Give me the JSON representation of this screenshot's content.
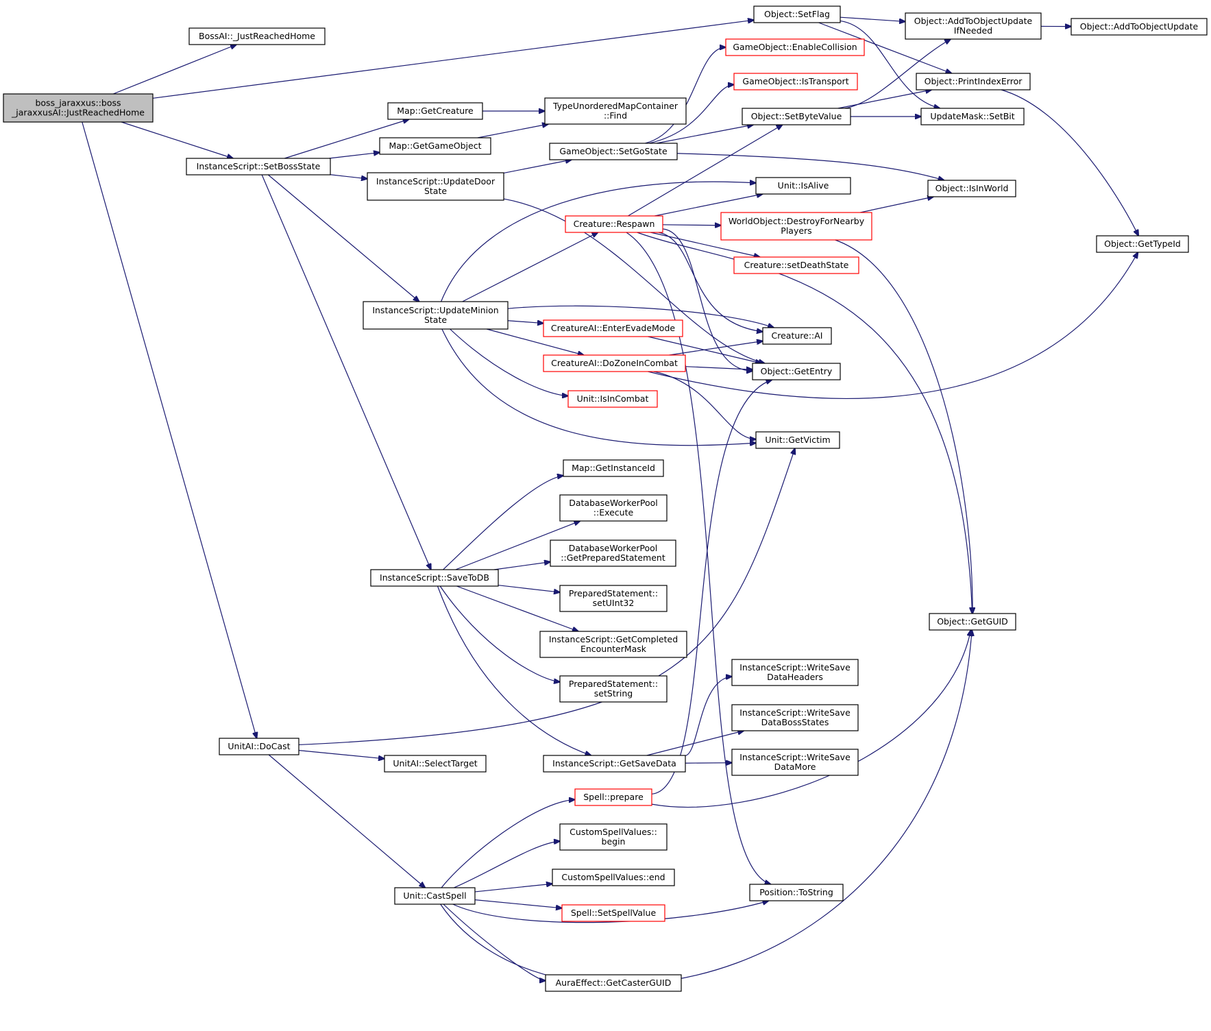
{
  "colors": {
    "edge": "#191970",
    "box_border": "#000000",
    "box_border_missing": "#ff0000",
    "box_fill": "#ffffff",
    "root_fill": "#bfbfbf",
    "text": "#000000"
  },
  "nodes": [
    {
      "id": "root",
      "lines": [
        "boss_jaraxxus::boss",
        "_jaraxxusAI::JustReachedHome"
      ],
      "style": "root"
    },
    {
      "id": "bossai",
      "lines": [
        "BossAI::_JustReachedHome"
      ],
      "style": "normal"
    },
    {
      "id": "setflag",
      "lines": [
        "Object::SetFlag"
      ],
      "style": "normal"
    },
    {
      "id": "addobjupd_ifneeded",
      "lines": [
        "Object::AddToObjectUpdate",
        "IfNeeded"
      ],
      "style": "normal"
    },
    {
      "id": "addobjupd",
      "lines": [
        "Object::AddToObjectUpdate"
      ],
      "style": "normal"
    },
    {
      "id": "printindexerror",
      "lines": [
        "Object::PrintIndexError"
      ],
      "style": "normal"
    },
    {
      "id": "setbit",
      "lines": [
        "UpdateMask::SetBit"
      ],
      "style": "normal"
    },
    {
      "id": "enablecollision",
      "lines": [
        "GameObject::EnableCollision"
      ],
      "style": "missing"
    },
    {
      "id": "istransport",
      "lines": [
        "GameObject::IsTransport"
      ],
      "style": "missing"
    },
    {
      "id": "setbytevalue",
      "lines": [
        "Object::SetByteValue"
      ],
      "style": "normal"
    },
    {
      "id": "getcreature",
      "lines": [
        "Map::GetCreature"
      ],
      "style": "normal"
    },
    {
      "id": "find",
      "lines": [
        "TypeUnorderedMapContainer",
        "::Find"
      ],
      "style": "normal"
    },
    {
      "id": "getgameobject",
      "lines": [
        "Map::GetGameObject"
      ],
      "style": "normal"
    },
    {
      "id": "setgostate",
      "lines": [
        "GameObject::SetGoState"
      ],
      "style": "normal"
    },
    {
      "id": "setbossstate",
      "lines": [
        "InstanceScript::SetBossState"
      ],
      "style": "normal"
    },
    {
      "id": "updatedoorstate",
      "lines": [
        "InstanceScript::UpdateDoor",
        "State"
      ],
      "style": "normal"
    },
    {
      "id": "isalive",
      "lines": [
        "Unit::IsAlive"
      ],
      "style": "normal"
    },
    {
      "id": "isinworld",
      "lines": [
        "Object::IsInWorld"
      ],
      "style": "normal"
    },
    {
      "id": "respawn",
      "lines": [
        "Creature::Respawn"
      ],
      "style": "missing"
    },
    {
      "id": "destroyfornearby",
      "lines": [
        "WorldObject::DestroyForNearby",
        "Players"
      ],
      "style": "missing"
    },
    {
      "id": "gettypeid",
      "lines": [
        "Object::GetTypeId"
      ],
      "style": "normal"
    },
    {
      "id": "setdeathstate",
      "lines": [
        "Creature::setDeathState"
      ],
      "style": "missing"
    },
    {
      "id": "updateminionstate",
      "lines": [
        "InstanceScript::UpdateMinion",
        "State"
      ],
      "style": "normal"
    },
    {
      "id": "enterevademode",
      "lines": [
        "CreatureAI::EnterEvadeMode"
      ],
      "style": "missing"
    },
    {
      "id": "creatureai",
      "lines": [
        "Creature::AI"
      ],
      "style": "normal"
    },
    {
      "id": "dozoneincombat",
      "lines": [
        "CreatureAI::DoZoneInCombat"
      ],
      "style": "missing"
    },
    {
      "id": "getentry",
      "lines": [
        "Object::GetEntry"
      ],
      "style": "normal"
    },
    {
      "id": "isincombat",
      "lines": [
        "Unit::IsInCombat"
      ],
      "style": "missing"
    },
    {
      "id": "getvictim",
      "lines": [
        "Unit::GetVictim"
      ],
      "style": "normal"
    },
    {
      "id": "getinstanceid",
      "lines": [
        "Map::GetInstanceId"
      ],
      "style": "normal"
    },
    {
      "id": "dbexecute",
      "lines": [
        "DatabaseWorkerPool",
        "::Execute"
      ],
      "style": "normal"
    },
    {
      "id": "dbgetprepared",
      "lines": [
        "DatabaseWorkerPool",
        "::GetPreparedStatement"
      ],
      "style": "normal"
    },
    {
      "id": "savetodb",
      "lines": [
        "InstanceScript::SaveToDB"
      ],
      "style": "normal"
    },
    {
      "id": "setuint32",
      "lines": [
        "PreparedStatement::",
        "setUInt32"
      ],
      "style": "normal"
    },
    {
      "id": "getguid",
      "lines": [
        "Object::GetGUID"
      ],
      "style": "normal"
    },
    {
      "id": "getcompleted",
      "lines": [
        "InstanceScript::GetCompleted",
        "EncounterMask"
      ],
      "style": "normal"
    },
    {
      "id": "setstring",
      "lines": [
        "PreparedStatement::",
        "setString"
      ],
      "style": "normal"
    },
    {
      "id": "writeheaders",
      "lines": [
        "InstanceScript::WriteSave",
        "DataHeaders"
      ],
      "style": "normal"
    },
    {
      "id": "writebossstates",
      "lines": [
        "InstanceScript::WriteSave",
        "DataBossStates"
      ],
      "style": "normal"
    },
    {
      "id": "docast",
      "lines": [
        "UnitAI::DoCast"
      ],
      "style": "normal"
    },
    {
      "id": "selecttarget",
      "lines": [
        "UnitAI::SelectTarget"
      ],
      "style": "normal"
    },
    {
      "id": "getsavedata",
      "lines": [
        "InstanceScript::GetSaveData"
      ],
      "style": "normal"
    },
    {
      "id": "writemore",
      "lines": [
        "InstanceScript::WriteSave",
        "DataMore"
      ],
      "style": "normal"
    },
    {
      "id": "prepare",
      "lines": [
        "Spell::prepare"
      ],
      "style": "missing"
    },
    {
      "id": "csvbegin",
      "lines": [
        "CustomSpellValues::",
        "begin"
      ],
      "style": "normal"
    },
    {
      "id": "csvend",
      "lines": [
        "CustomSpellValues::end"
      ],
      "style": "normal"
    },
    {
      "id": "tostring",
      "lines": [
        "Position::ToString"
      ],
      "style": "normal"
    },
    {
      "id": "castspell",
      "lines": [
        "Unit::CastSpell"
      ],
      "style": "normal"
    },
    {
      "id": "setspellvalue",
      "lines": [
        "Spell::SetSpellValue"
      ],
      "style": "missing"
    },
    {
      "id": "getcasterguid",
      "lines": [
        "AuraEffect::GetCasterGUID"
      ],
      "style": "normal"
    }
  ],
  "edges": [
    [
      "root",
      "bossai"
    ],
    [
      "root",
      "setflag"
    ],
    [
      "root",
      "setbossstate"
    ],
    [
      "root",
      "docast"
    ],
    [
      "setflag",
      "addobjupd_ifneeded"
    ],
    [
      "setflag",
      "printindexerror"
    ],
    [
      "setflag",
      "setbit"
    ],
    [
      "addobjupd_ifneeded",
      "addobjupd"
    ],
    [
      "printindexerror",
      "gettypeid"
    ],
    [
      "setbytevalue",
      "addobjupd_ifneeded"
    ],
    [
      "setbytevalue",
      "printindexerror"
    ],
    [
      "setbytevalue",
      "setbit"
    ],
    [
      "setbossstate",
      "getcreature"
    ],
    [
      "setbossstate",
      "getgameobject"
    ],
    [
      "setbossstate",
      "updatedoorstate"
    ],
    [
      "setbossstate",
      "updateminionstate"
    ],
    [
      "setbossstate",
      "savetodb"
    ],
    [
      "getcreature",
      "find"
    ],
    [
      "getgameobject",
      "find"
    ],
    [
      "updatedoorstate",
      "setgostate"
    ],
    [
      "updatedoorstate",
      "getentry"
    ],
    [
      "setgostate",
      "enablecollision"
    ],
    [
      "setgostate",
      "istransport"
    ],
    [
      "setgostate",
      "setbytevalue"
    ],
    [
      "setgostate",
      "isinworld"
    ],
    [
      "updateminionstate",
      "isalive"
    ],
    [
      "updateminionstate",
      "respawn"
    ],
    [
      "updateminionstate",
      "creatureai"
    ],
    [
      "updateminionstate",
      "enterevademode"
    ],
    [
      "updateminionstate",
      "dozoneincombat"
    ],
    [
      "updateminionstate",
      "isincombat"
    ],
    [
      "updateminionstate",
      "getvictim"
    ],
    [
      "respawn",
      "setbytevalue"
    ],
    [
      "respawn",
      "isalive"
    ],
    [
      "respawn",
      "destroyfornearby"
    ],
    [
      "respawn",
      "setdeathstate"
    ],
    [
      "respawn",
      "creatureai"
    ],
    [
      "respawn",
      "getentry"
    ],
    [
      "respawn",
      "getguid"
    ],
    [
      "respawn",
      "tostring"
    ],
    [
      "destroyfornearby",
      "isinworld"
    ],
    [
      "destroyfornearby",
      "getguid"
    ],
    [
      "enterevademode",
      "getentry"
    ],
    [
      "dozoneincombat",
      "creatureai"
    ],
    [
      "dozoneincombat",
      "getentry"
    ],
    [
      "dozoneincombat",
      "getvictim"
    ],
    [
      "dozoneincombat",
      "gettypeid"
    ],
    [
      "savetodb",
      "getinstanceid"
    ],
    [
      "savetodb",
      "dbexecute"
    ],
    [
      "savetodb",
      "dbgetprepared"
    ],
    [
      "savetodb",
      "setuint32"
    ],
    [
      "savetodb",
      "getcompleted"
    ],
    [
      "savetodb",
      "setstring"
    ],
    [
      "savetodb",
      "getsavedata"
    ],
    [
      "getsavedata",
      "writeheaders"
    ],
    [
      "getsavedata",
      "writebossstates"
    ],
    [
      "getsavedata",
      "writemore"
    ],
    [
      "docast",
      "getvictim"
    ],
    [
      "docast",
      "selecttarget"
    ],
    [
      "docast",
      "castspell"
    ],
    [
      "castspell",
      "prepare"
    ],
    [
      "castspell",
      "csvbegin"
    ],
    [
      "castspell",
      "csvend"
    ],
    [
      "castspell",
      "setspellvalue"
    ],
    [
      "castspell",
      "tostring"
    ],
    [
      "castspell",
      "getcasterguid"
    ],
    [
      "castspell",
      "getguid"
    ],
    [
      "prepare",
      "getentry"
    ],
    [
      "prepare",
      "getguid"
    ]
  ]
}
